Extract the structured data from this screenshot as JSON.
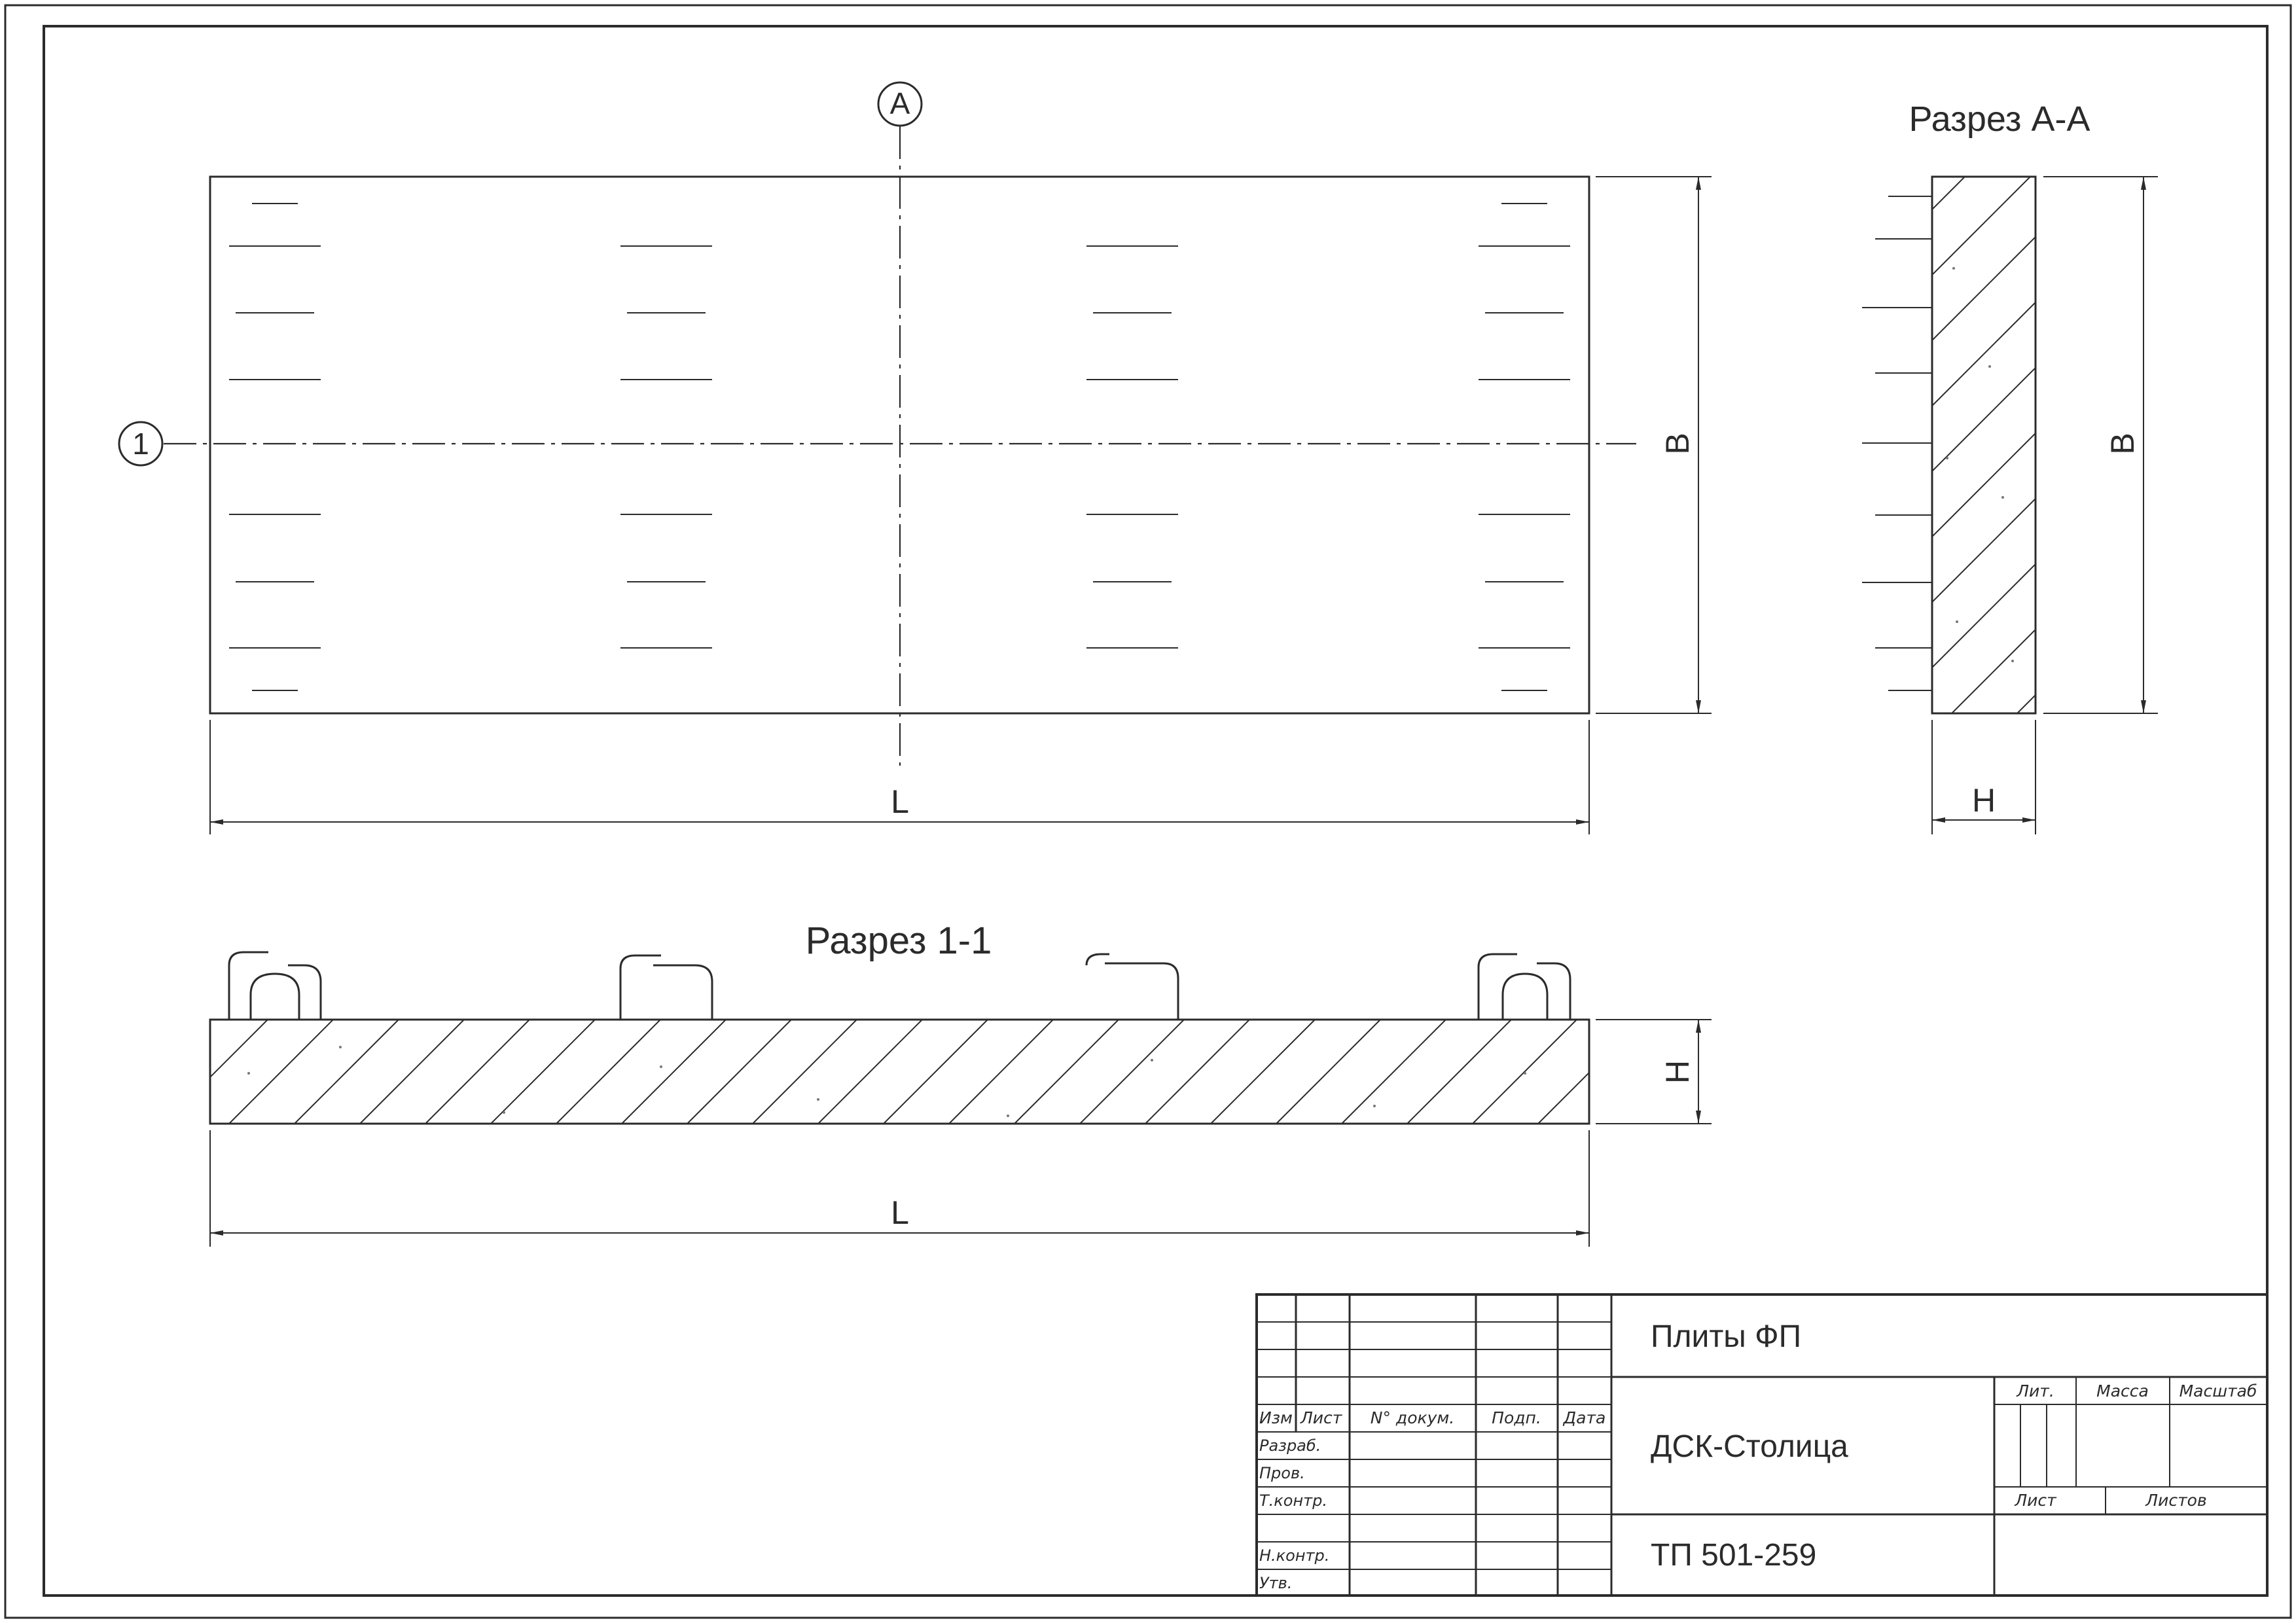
{
  "views": {
    "plan": {
      "axis_label_vertical": "A",
      "axis_label_horizontal": "1",
      "dim_length": "L",
      "dim_width": "B"
    },
    "section_aa": {
      "title": "Разрез А-А",
      "dim_width": "B",
      "dim_height": "H"
    },
    "section_11": {
      "title": "Разрез 1-1",
      "dim_length": "L",
      "dim_height": "H"
    }
  },
  "title_block": {
    "header_labels": {
      "izm": "Изм",
      "list": "Лист",
      "doc": "N° докум.",
      "sign": "Подп.",
      "date": "Дата"
    },
    "roles": {
      "razrab": "Разраб.",
      "prov": "Пров.",
      "tkontr": "Т.контр.",
      "nkontr": "Н.контр.",
      "utv": "Утв."
    },
    "meta_labels": {
      "lit": "Лит.",
      "massa": "Масса",
      "masshtab": "Масштаб",
      "list": "Лист",
      "listov": "Листов"
    },
    "product_name": "Плиты ФП",
    "organization": "ДСК-Столица",
    "document_code": "ТП 501-259"
  }
}
